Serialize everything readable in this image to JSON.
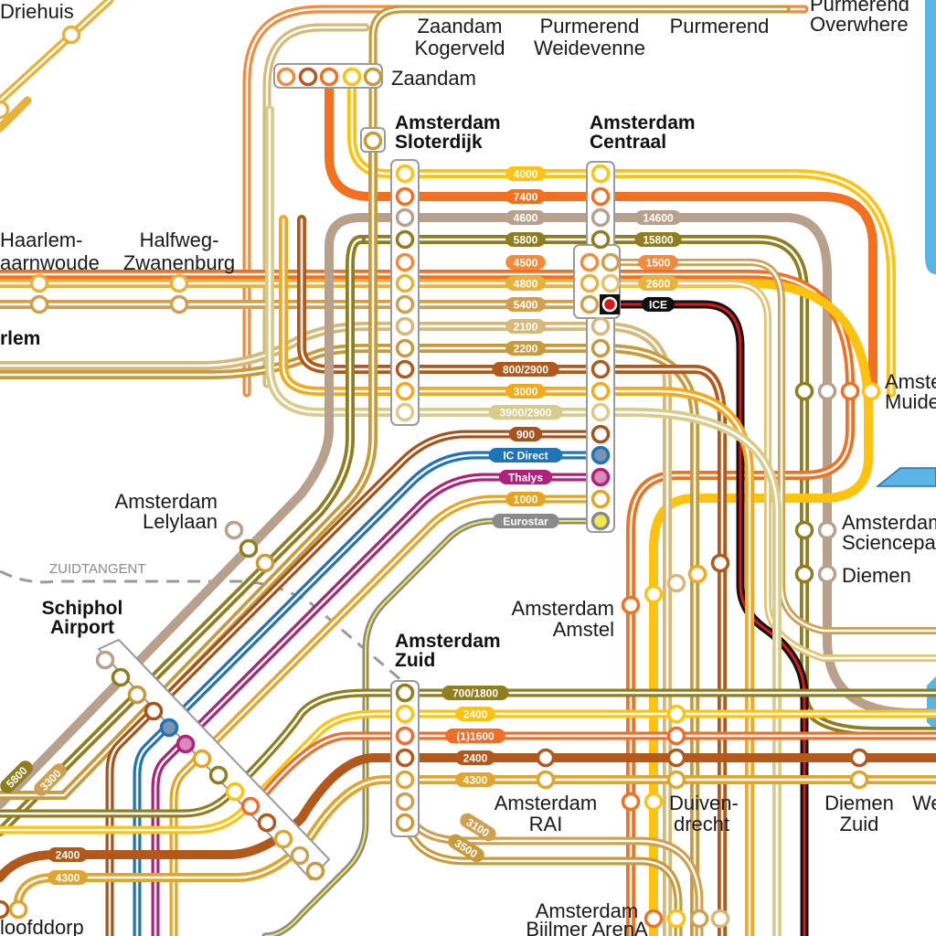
{
  "colors": {
    "c4000": "#ffc20e",
    "c7400": "#f37021",
    "c4600": "#b8a08c",
    "c5800": "#8f7d1e",
    "c4500": "#f58a3b",
    "c4800": "#e8b23a",
    "c5400": "#d0a050",
    "c2100": "#d6b878",
    "c2200": "#c99a3a",
    "c800": "#b4571b",
    "c3000": "#f5a81c",
    "c3900": "#d8cc8c",
    "c900": "#a8521b",
    "icdirect": "#1f73b7",
    "thalys": "#b0217a",
    "c1000": "#e6a420",
    "eurostar": "#8a8a8a",
    "ice": "#111111",
    "ice_red": "#d7191e",
    "c700": "#8f7d1e",
    "c1600": "#f26c2a",
    "c2400": "#b4571b",
    "c4300": "#e0a52e",
    "zuidtangent": "#9a9a9a",
    "water": "#5ab4e5"
  },
  "stations": {
    "driehuis": "Driehuis",
    "zaandam_kogerveld": [
      "Zaandam",
      "Kogerveld"
    ],
    "purmerend_weidevenne": [
      "Purmerend",
      "Weidevenne"
    ],
    "purmerend": "Purmerend",
    "purmerend_overwhere": [
      "Purmerend",
      "Overwhere"
    ],
    "zaandam": "Zaandam",
    "amsterdam_sloterdijk": [
      "Amsterdam",
      "Sloterdijk"
    ],
    "amsterdam_centraal": [
      "Amsterdam",
      "Centraal"
    ],
    "haarlem_spaarnwoude": [
      "Haarlem-",
      "aarnwoude"
    ],
    "halfweg_zwanenburg": [
      "Halfweg-",
      "Zwanenburg"
    ],
    "haarlem": "rlem",
    "amsterdam_muiderpoort": [
      "Amste",
      "Muide"
    ],
    "amsterdam_lelylaan": [
      "Amsterdam",
      "Lelylaan"
    ],
    "zuidtangent": "ZUIDTANGENT",
    "amsterdam_sciencepark": [
      "Amsterdam",
      "Sciencepa"
    ],
    "diemen": "Diemen",
    "schiphol_airport": [
      "Schiphol",
      "Airport"
    ],
    "amsterdam_amstel": [
      "Amsterdam",
      "Amstel"
    ],
    "amsterdam_zuid": [
      "Amsterdam",
      "Zuid"
    ],
    "amsterdam_rai": [
      "Amsterdam",
      "RAI"
    ],
    "duivendrecht": [
      "Duiven-",
      "drecht"
    ],
    "diemen_zuid": [
      "Diemen",
      "Zuid"
    ],
    "weesp": "We",
    "hoofddorp": "loofddorp",
    "amsterdam_bijlmer_arena": [
      "Amsterdam",
      "Bijlmer ArenA"
    ]
  },
  "routes_centraal": [
    "4000",
    "7400",
    "4600",
    "5800",
    "4500",
    "4800",
    "5400",
    "2100",
    "2200",
    "800/2900",
    "3000",
    "3900/2900",
    "900",
    "IC Direct",
    "Thalys",
    "1000",
    "Eurostar"
  ],
  "routes_east": [
    "14600",
    "15800",
    "1500",
    "2600",
    "ICE"
  ],
  "routes_zuid": [
    "700/1800",
    "2400",
    "(1)1600",
    "2400",
    "4300"
  ],
  "routes_southwest": [
    "2400",
    "4300",
    "5800",
    "3300"
  ],
  "routes_rai_south": [
    "3100",
    "3500"
  ]
}
